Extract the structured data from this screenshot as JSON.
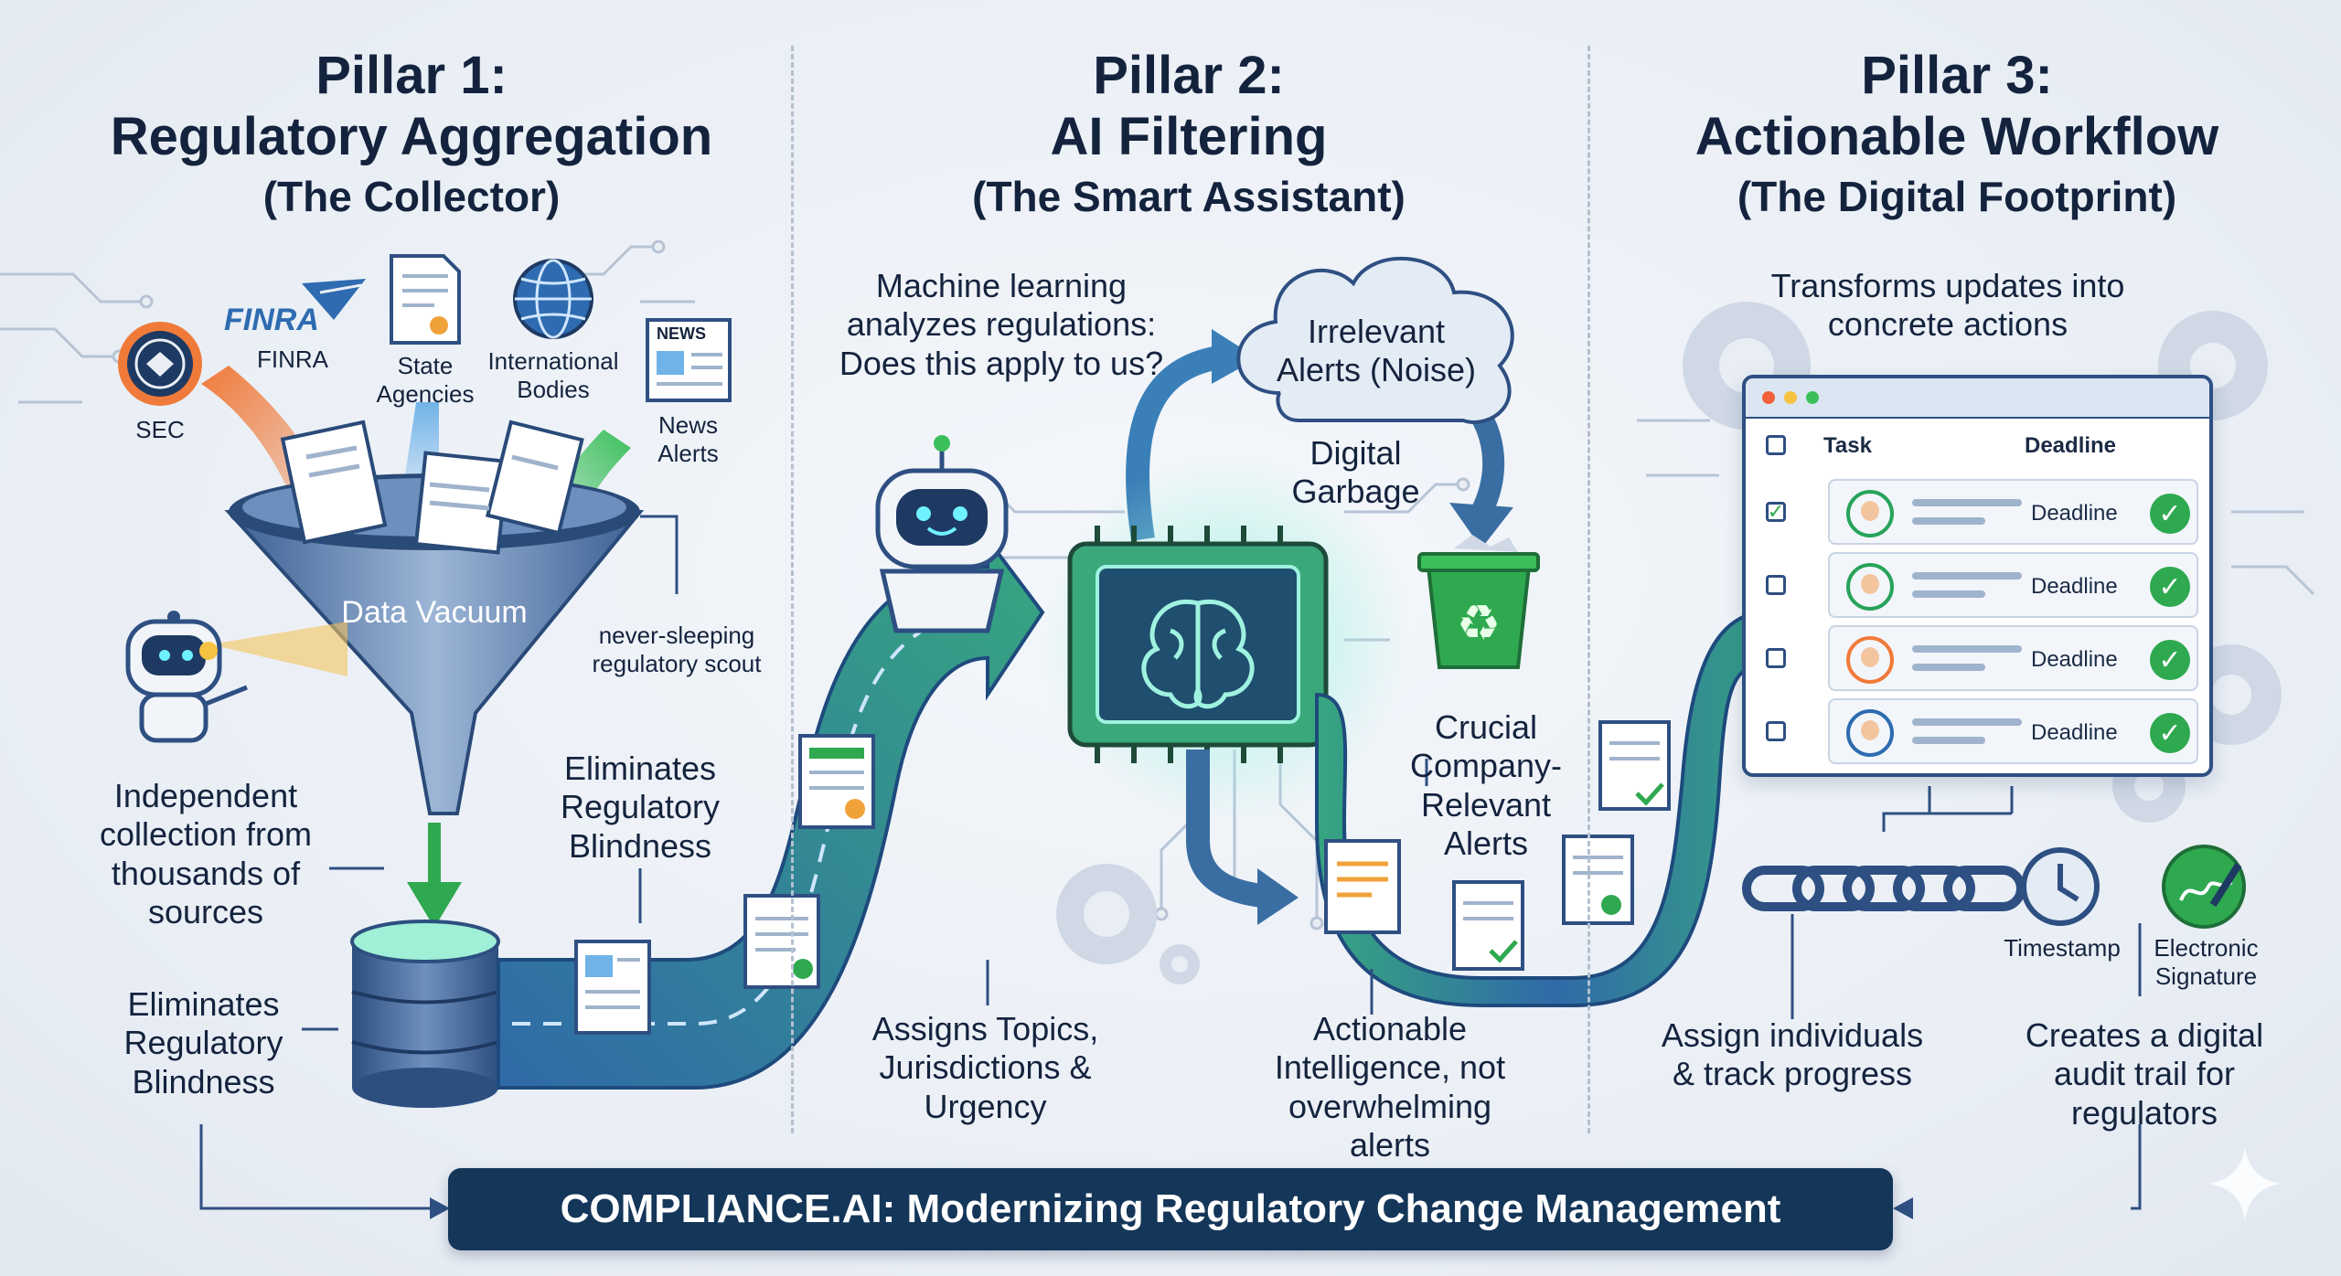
{
  "pillars": [
    {
      "title": "Pillar 1:",
      "name": "Regulatory Aggregation",
      "subtitle": "(The Collector)",
      "sources": [
        "SEC",
        "FINRA",
        "State Agencies",
        "International Bodies",
        "News Alerts"
      ],
      "finra_logo_text": "FINRA",
      "news_badge": "NEWS",
      "funnel_label": "Data Vacuum",
      "scout_label": "never-sleeping regulatory scout",
      "collection_label": "Independent collection from thousands of sources",
      "blindness_label_left": "Eliminates Regulatory Blindness",
      "blindness_label_mid": "Eliminates Regulatory Blindness"
    },
    {
      "title": "Pillar 2:",
      "name": "AI Filtering",
      "subtitle": "(The Smart Assistant)",
      "ml_label": "Machine learning analyzes regulations: Does this apply to us?",
      "noise_cloud": "Irrelevant Alerts (Noise)",
      "garbage_label": "Digital Garbage",
      "crucial_label": "Crucial Company-Relevant Alerts",
      "topics_label": "Assigns Topics, Jurisdictions & Urgency",
      "intelligence_label": "Actionable Intelligence, not overwhelming alerts"
    },
    {
      "title": "Pillar 3:",
      "name": "Actionable Workflow",
      "subtitle": "(The Digital Footprint)",
      "transforms_label": "Transforms updates into concrete actions",
      "table": {
        "col_task": "Task",
        "col_deadline": "Deadline",
        "rows": [
          {
            "deadline": "Deadline",
            "checked": true
          },
          {
            "deadline": "Deadline",
            "checked": false
          },
          {
            "deadline": "Deadline",
            "checked": false
          },
          {
            "deadline": "Deadline",
            "checked": false
          }
        ]
      },
      "timestamp_label": "Timestamp",
      "signature_label": "Electronic Signature",
      "assign_label": "Assign individuals & track progress",
      "audit_label": "Creates a digital audit trail for regulators"
    }
  ],
  "banner": "COMPLIANCE.AI: Modernizing Regulatory Change Management",
  "colors": {
    "navy": "#143659",
    "green": "#2ea94f",
    "teal": "#3aa87a",
    "blue_flow": "#2f6aa8",
    "orange": "#f07a3a",
    "text": "#14233d"
  }
}
